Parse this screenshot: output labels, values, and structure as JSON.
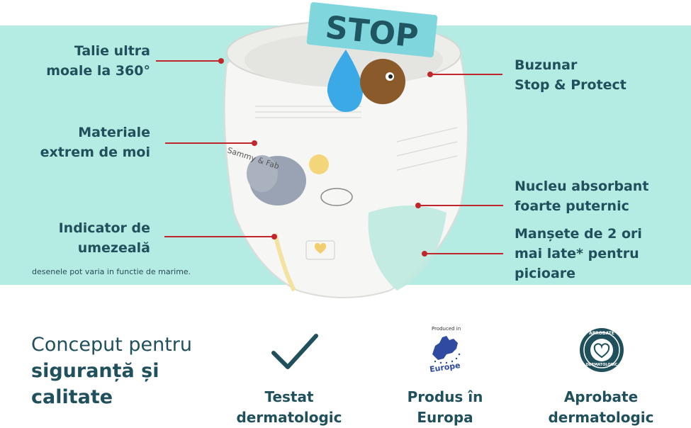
{
  "callouts": {
    "waist": "Talie ultra\nmoale la 360°",
    "materials": "Materiale\nextrem de moi",
    "indicator": "Indicator de\numezeală",
    "pocket": "Buzunar\nStop & Protect",
    "core": "Nucleu absorbant\nfoarte puternic",
    "cuffs": "Manșete de 2 ori\nmai late* pentru\npicioare"
  },
  "note": "desenele pot varia in functie de marime.",
  "diaper_print": {
    "stop": "STOP",
    "brand": "Sammy & Fab"
  },
  "safety": {
    "line1": "Conceput pentru",
    "line2": "siguranță și",
    "line3": "calitate"
  },
  "badges": {
    "tested": "Testat\ndermatologic",
    "produced": "Produs în\nEuropa",
    "approved": "Aprobate\ndermatologic",
    "produced_in_small": "Produced in",
    "europe_small": "Europe",
    "seal_top": "APROBATE",
    "seal_bottom": "DERMATOLOGIC"
  },
  "colors": {
    "band": "#b4ece4",
    "text": "#21505c",
    "accent_line": "#c1262c"
  }
}
